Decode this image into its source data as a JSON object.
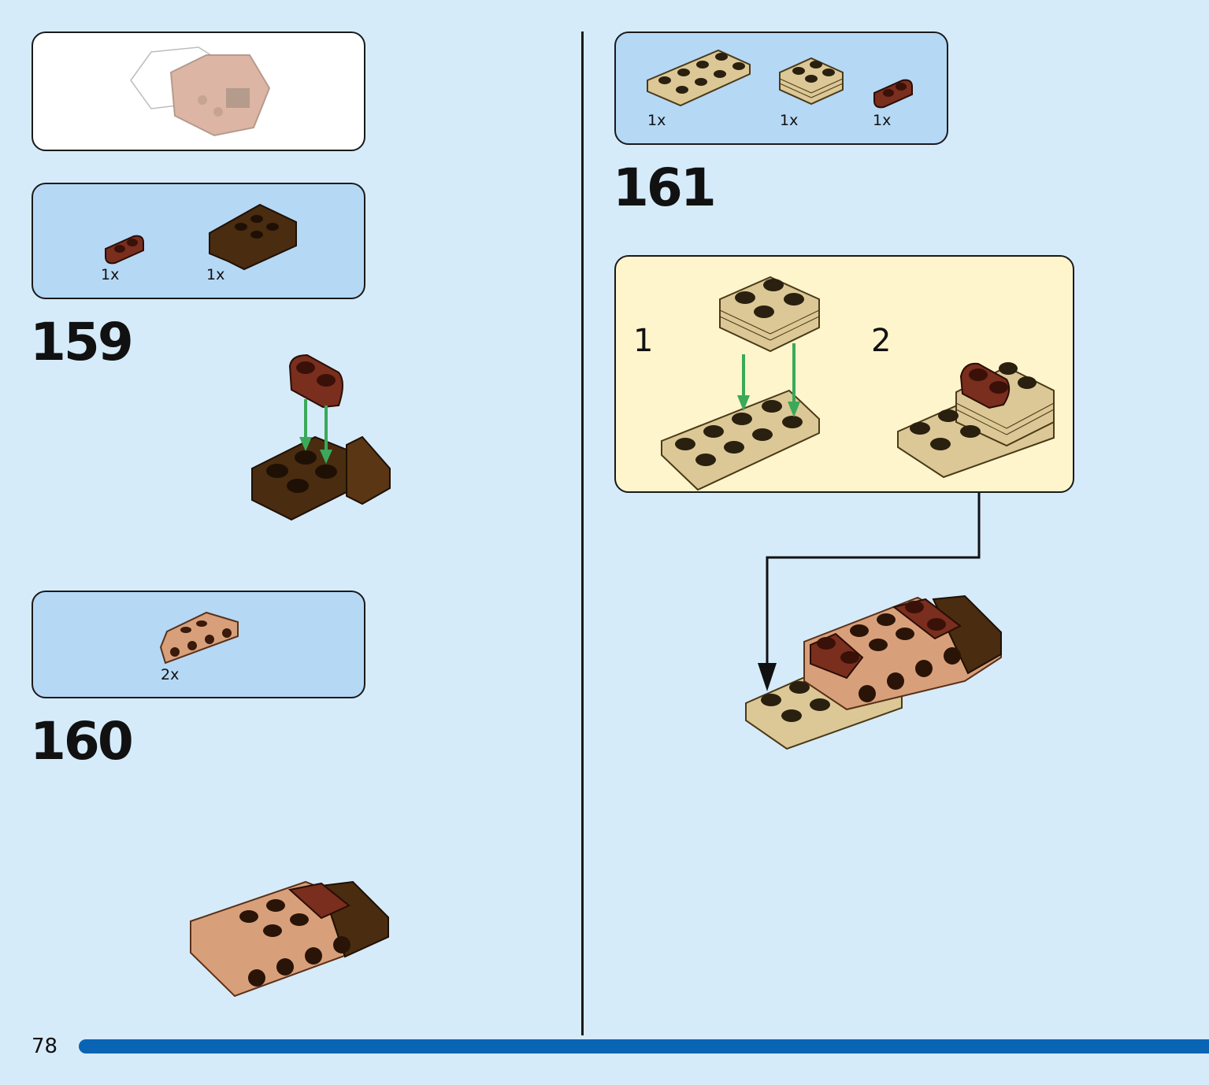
{
  "page_number": "78",
  "steps": [
    {
      "number": "159",
      "parts": [
        {
          "qty": "1x",
          "icon": "dark-red-plate-1x2-round-icon"
        },
        {
          "qty": "1x",
          "icon": "dark-brown-brick-clip-icon"
        }
      ]
    },
    {
      "number": "160",
      "parts": [
        {
          "qty": "2x",
          "icon": "nougat-bracket-plate-icon"
        }
      ]
    },
    {
      "number": "161",
      "parts": [
        {
          "qty": "1x",
          "icon": "tan-plate-2x4-icon"
        },
        {
          "qty": "1x",
          "icon": "tan-plate-stack-2x2-icon"
        },
        {
          "qty": "1x",
          "icon": "dark-red-plate-1x2-round-icon"
        }
      ],
      "substeps": [
        "1",
        "2"
      ]
    }
  ],
  "colors": {
    "background": "#d6ebfa",
    "parts_box": "#b5d8f5",
    "callout": "#fff5cc",
    "arrow_green": "#3aa95a",
    "page_bar": "#0a64b4",
    "tan": "#dcc896",
    "dark_brown": "#4a2c10",
    "reddish_brown": "#7a2e1e",
    "nougat": "#d8a07a"
  }
}
